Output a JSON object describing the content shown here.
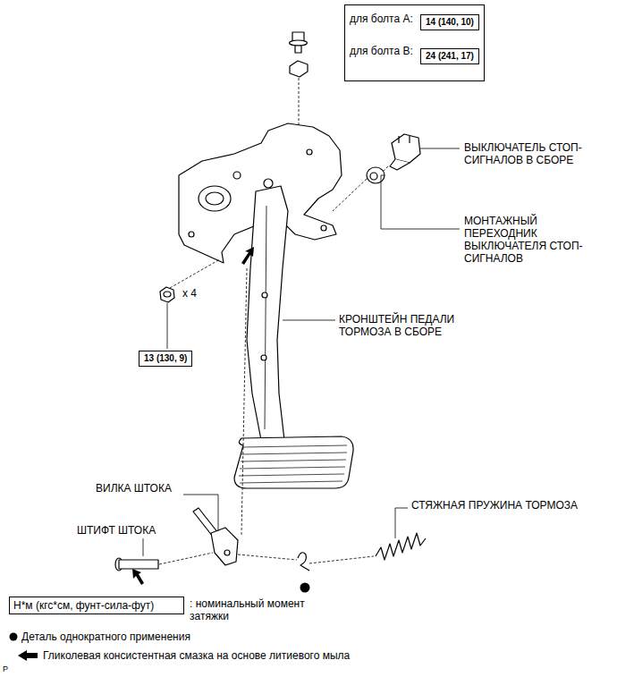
{
  "diagram": {
    "nodes": [
      {
        "text": [
          "для болта A:",
          "для болта B:"
        ]
      },
      {
        "text": [
          "14 (140, 10)"
        ],
        "in": 0
      },
      {
        "text": [
          "24 (241, 17)"
        ],
        "in": 0
      },
      {
        "text": [
          "13 (130, 9)"
        ]
      },
      {
        "text": [
          "Н*м (кгс*см, фунт-сила-фут)"
        ]
      }
    ],
    "labels": [
      "ВЫКЛЮЧАТЕЛЬ СТОП-СИГНАЛОВ В СБОРЕ",
      "МОНТАЖНЫЙ ПЕРЕХОДНИК ВЫКЛЮЧАТЕЛЯ СТОП-СИГНАЛОВ",
      "x 4",
      "КРОНШТЕЙН ПЕДАЛИ ТОРМОЗА В СБОРЕ",
      "ВИЛКА ШТОКА",
      "СТЯЖНАЯ ПРУЖИНА ТОРМОЗА",
      "ШТИФТ ШТОКА",
      "P"
    ],
    "legend": [
      {
        "text": ": номинальный момент затяжки"
      },
      {
        "text": "Деталь однократного применения"
      },
      {
        "text": "Гликолевая консистентная смазка на основе литиевого мыла"
      }
    ]
  }
}
